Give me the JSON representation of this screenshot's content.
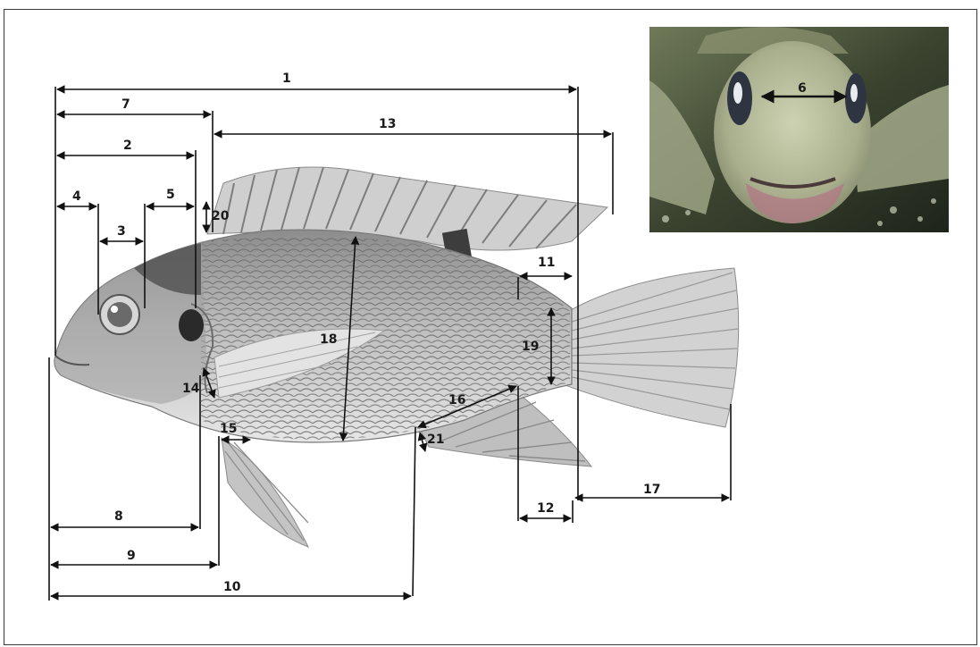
{
  "figure": {
    "labels": [
      "1",
      "2",
      "3",
      "4",
      "5",
      "6",
      "7",
      "8",
      "9",
      "10",
      "11",
      "12",
      "13",
      "14",
      "15",
      "16",
      "17",
      "18",
      "19",
      "20",
      "21"
    ]
  }
}
